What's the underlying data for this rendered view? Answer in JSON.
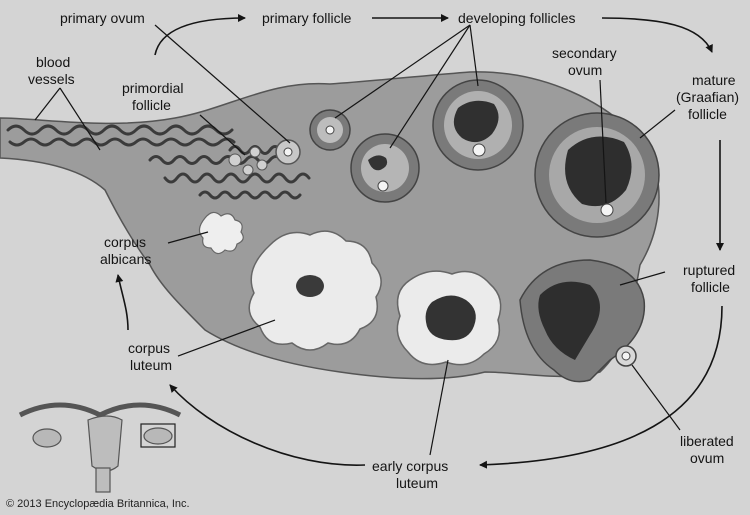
{
  "labels": {
    "primary_ovum": "primary ovum",
    "primary_follicle": "primary follicle",
    "developing_follicles": "developing follicles",
    "blood_vessels_1": "blood",
    "blood_vessels_2": "vessels",
    "primordial_follicle_1": "primordial",
    "primordial_follicle_2": "follicle",
    "secondary_ovum_1": "secondary",
    "secondary_ovum_2": "ovum",
    "mature_follicle_1": "mature",
    "mature_follicle_2": "(Graafian)",
    "mature_follicle_3": "follicle",
    "corpus_albicans_1": "corpus",
    "corpus_albicans_2": "albicans",
    "ruptured_follicle_1": "ruptured",
    "ruptured_follicle_2": "follicle",
    "corpus_luteum_1": "corpus",
    "corpus_luteum_2": "luteum",
    "liberated_ovum_1": "liberated",
    "liberated_ovum_2": "ovum",
    "early_corpus_luteum_1": "early corpus",
    "early_corpus_luteum_2": "luteum"
  },
  "copyright": "© 2013 Encyclopædia Britannica, Inc.",
  "colors": {
    "background": "#d4d4d4",
    "ovary_fill": "#9c9c9c",
    "follicle_ring": "#7a7a7a",
    "lumen": "#3a3a3a",
    "luteum": "#ebebeb",
    "vessel": "#3b3b3b",
    "line": "#141414"
  }
}
